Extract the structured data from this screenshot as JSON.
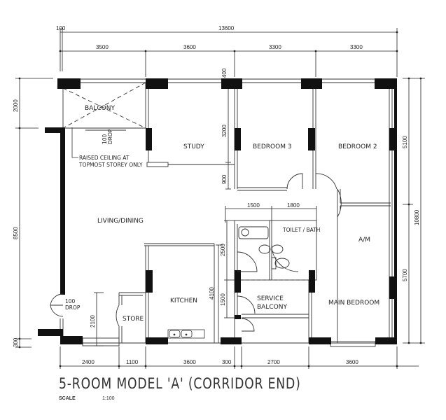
{
  "title": "5-ROOM MODEL 'A' (CORRIDOR END)",
  "scale": {
    "label": "SCALE",
    "value": "1:100"
  },
  "rooms": {
    "balcony": "BALCONY",
    "study": "STUDY",
    "bedroom3": "BEDROOM 3",
    "bedroom2": "BEDROOM 2",
    "living_dining": "LIVING/DINING",
    "kitchen": "KITCHEN",
    "store": "STORE",
    "service_balcony": "SERVICE BALCONY",
    "service_balcony_line1": "SERVICE",
    "service_balcony_line2": "BALCONY",
    "main_bedroom": "MAIN BEDROOM",
    "attached_bath": "A/M",
    "common_bath": "TOILET / BATH"
  },
  "notes": {
    "raised_ceiling_line1": "RAISED CEILING AT",
    "raised_ceiling_line2": "TOPMOST STOREY ONLY",
    "drop_value": "100",
    "drop_label": "DROP"
  },
  "dimensions": {
    "top_overall": "13600",
    "top_offset": "100",
    "top_segments": [
      "3500",
      "3600",
      "3300",
      "3300"
    ],
    "bottom_segments": [
      "2400",
      "1100",
      "3600",
      "300",
      "2700",
      "3600"
    ],
    "left": [
      "2000",
      "8500",
      "300"
    ],
    "right": [
      "5100",
      "5700"
    ],
    "right_overall": "10800",
    "interior": {
      "study_height": "3200",
      "study_gap": "900",
      "wall_400": "400",
      "bath_width_1": "1500",
      "bath_width_2": "1800",
      "bath_height": "2500",
      "service_balcony_height": "1500",
      "kitchen_height": "4100",
      "store_height": "2100"
    }
  }
}
